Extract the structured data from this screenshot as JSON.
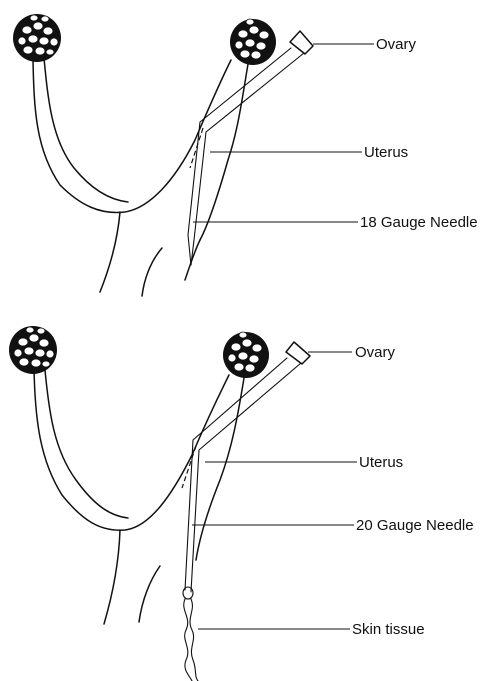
{
  "figure_top": {
    "ovary_label": "Ovary",
    "uterus_label": "Uterus",
    "needle_label": "18 Gauge Needle"
  },
  "figure_bottom": {
    "ovary_label": "Ovary",
    "uterus_label": "Uterus",
    "needle_label": "20 Gauge Needle",
    "tissue_label": "Skin tissue"
  },
  "colors": {
    "ink": "#111111",
    "background": "#ffffff"
  }
}
